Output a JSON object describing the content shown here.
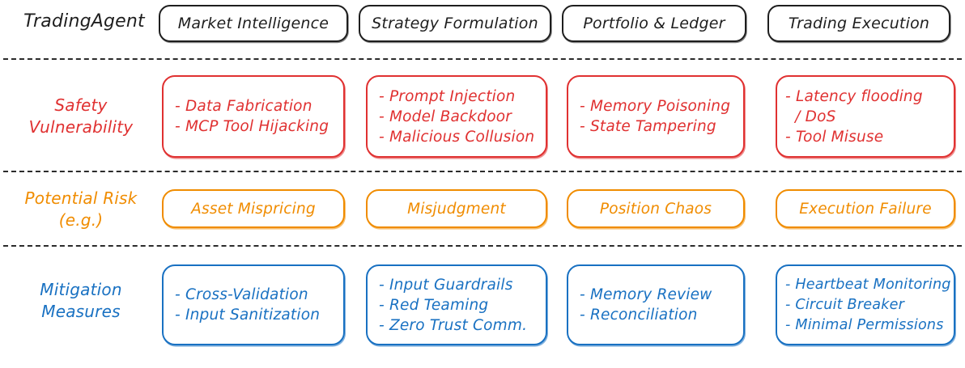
{
  "title_label": "TradingAgent",
  "colors": {
    "ink": "#1e1e1e",
    "vulnerability": "#e03131",
    "risk": "#f08c00",
    "mitigation": "#1971c2",
    "divider": "#2b2b2b",
    "background": "#ffffff"
  },
  "columns": [
    {
      "label": "Market Intelligence"
    },
    {
      "label": "Strategy Formulation"
    },
    {
      "label": "Portfolio & Ledger"
    },
    {
      "label": "Trading Execution"
    }
  ],
  "rows": [
    {
      "key": "vulnerability",
      "label_line1": "Safety",
      "label_line2": "Vulnerability",
      "cells": [
        {
          "lines": [
            "- Data Fabrication",
            "- MCP Tool Hijacking"
          ]
        },
        {
          "lines": [
            "- Prompt Injection",
            "- Model Backdoor",
            "- Malicious Collusion"
          ]
        },
        {
          "lines": [
            "- Memory Poisoning",
            "- State Tampering"
          ]
        },
        {
          "lines": [
            "- Latency flooding",
            "  / DoS",
            "- Tool Misuse"
          ]
        }
      ]
    },
    {
      "key": "risk",
      "label_line1": "Potential Risk",
      "label_line2": "(e.g.)",
      "cells": [
        {
          "lines": [
            "Asset Mispricing"
          ]
        },
        {
          "lines": [
            "Misjudgment"
          ]
        },
        {
          "lines": [
            "Position Chaos"
          ]
        },
        {
          "lines": [
            "Execution Failure"
          ]
        }
      ]
    },
    {
      "key": "mitigation",
      "label_line1": "Mitigation",
      "label_line2": "Measures",
      "cells": [
        {
          "lines": [
            "- Cross-Validation",
            "- Input Sanitization"
          ]
        },
        {
          "lines": [
            "- Input Guardrails",
            "- Red Teaming",
            "- Zero Trust Comm."
          ]
        },
        {
          "lines": [
            "- Memory Review",
            "- Reconciliation"
          ]
        },
        {
          "lines": [
            "- Heartbeat Monitoring",
            "- Circuit Breaker",
            "- Minimal Permissions"
          ]
        }
      ]
    }
  ]
}
